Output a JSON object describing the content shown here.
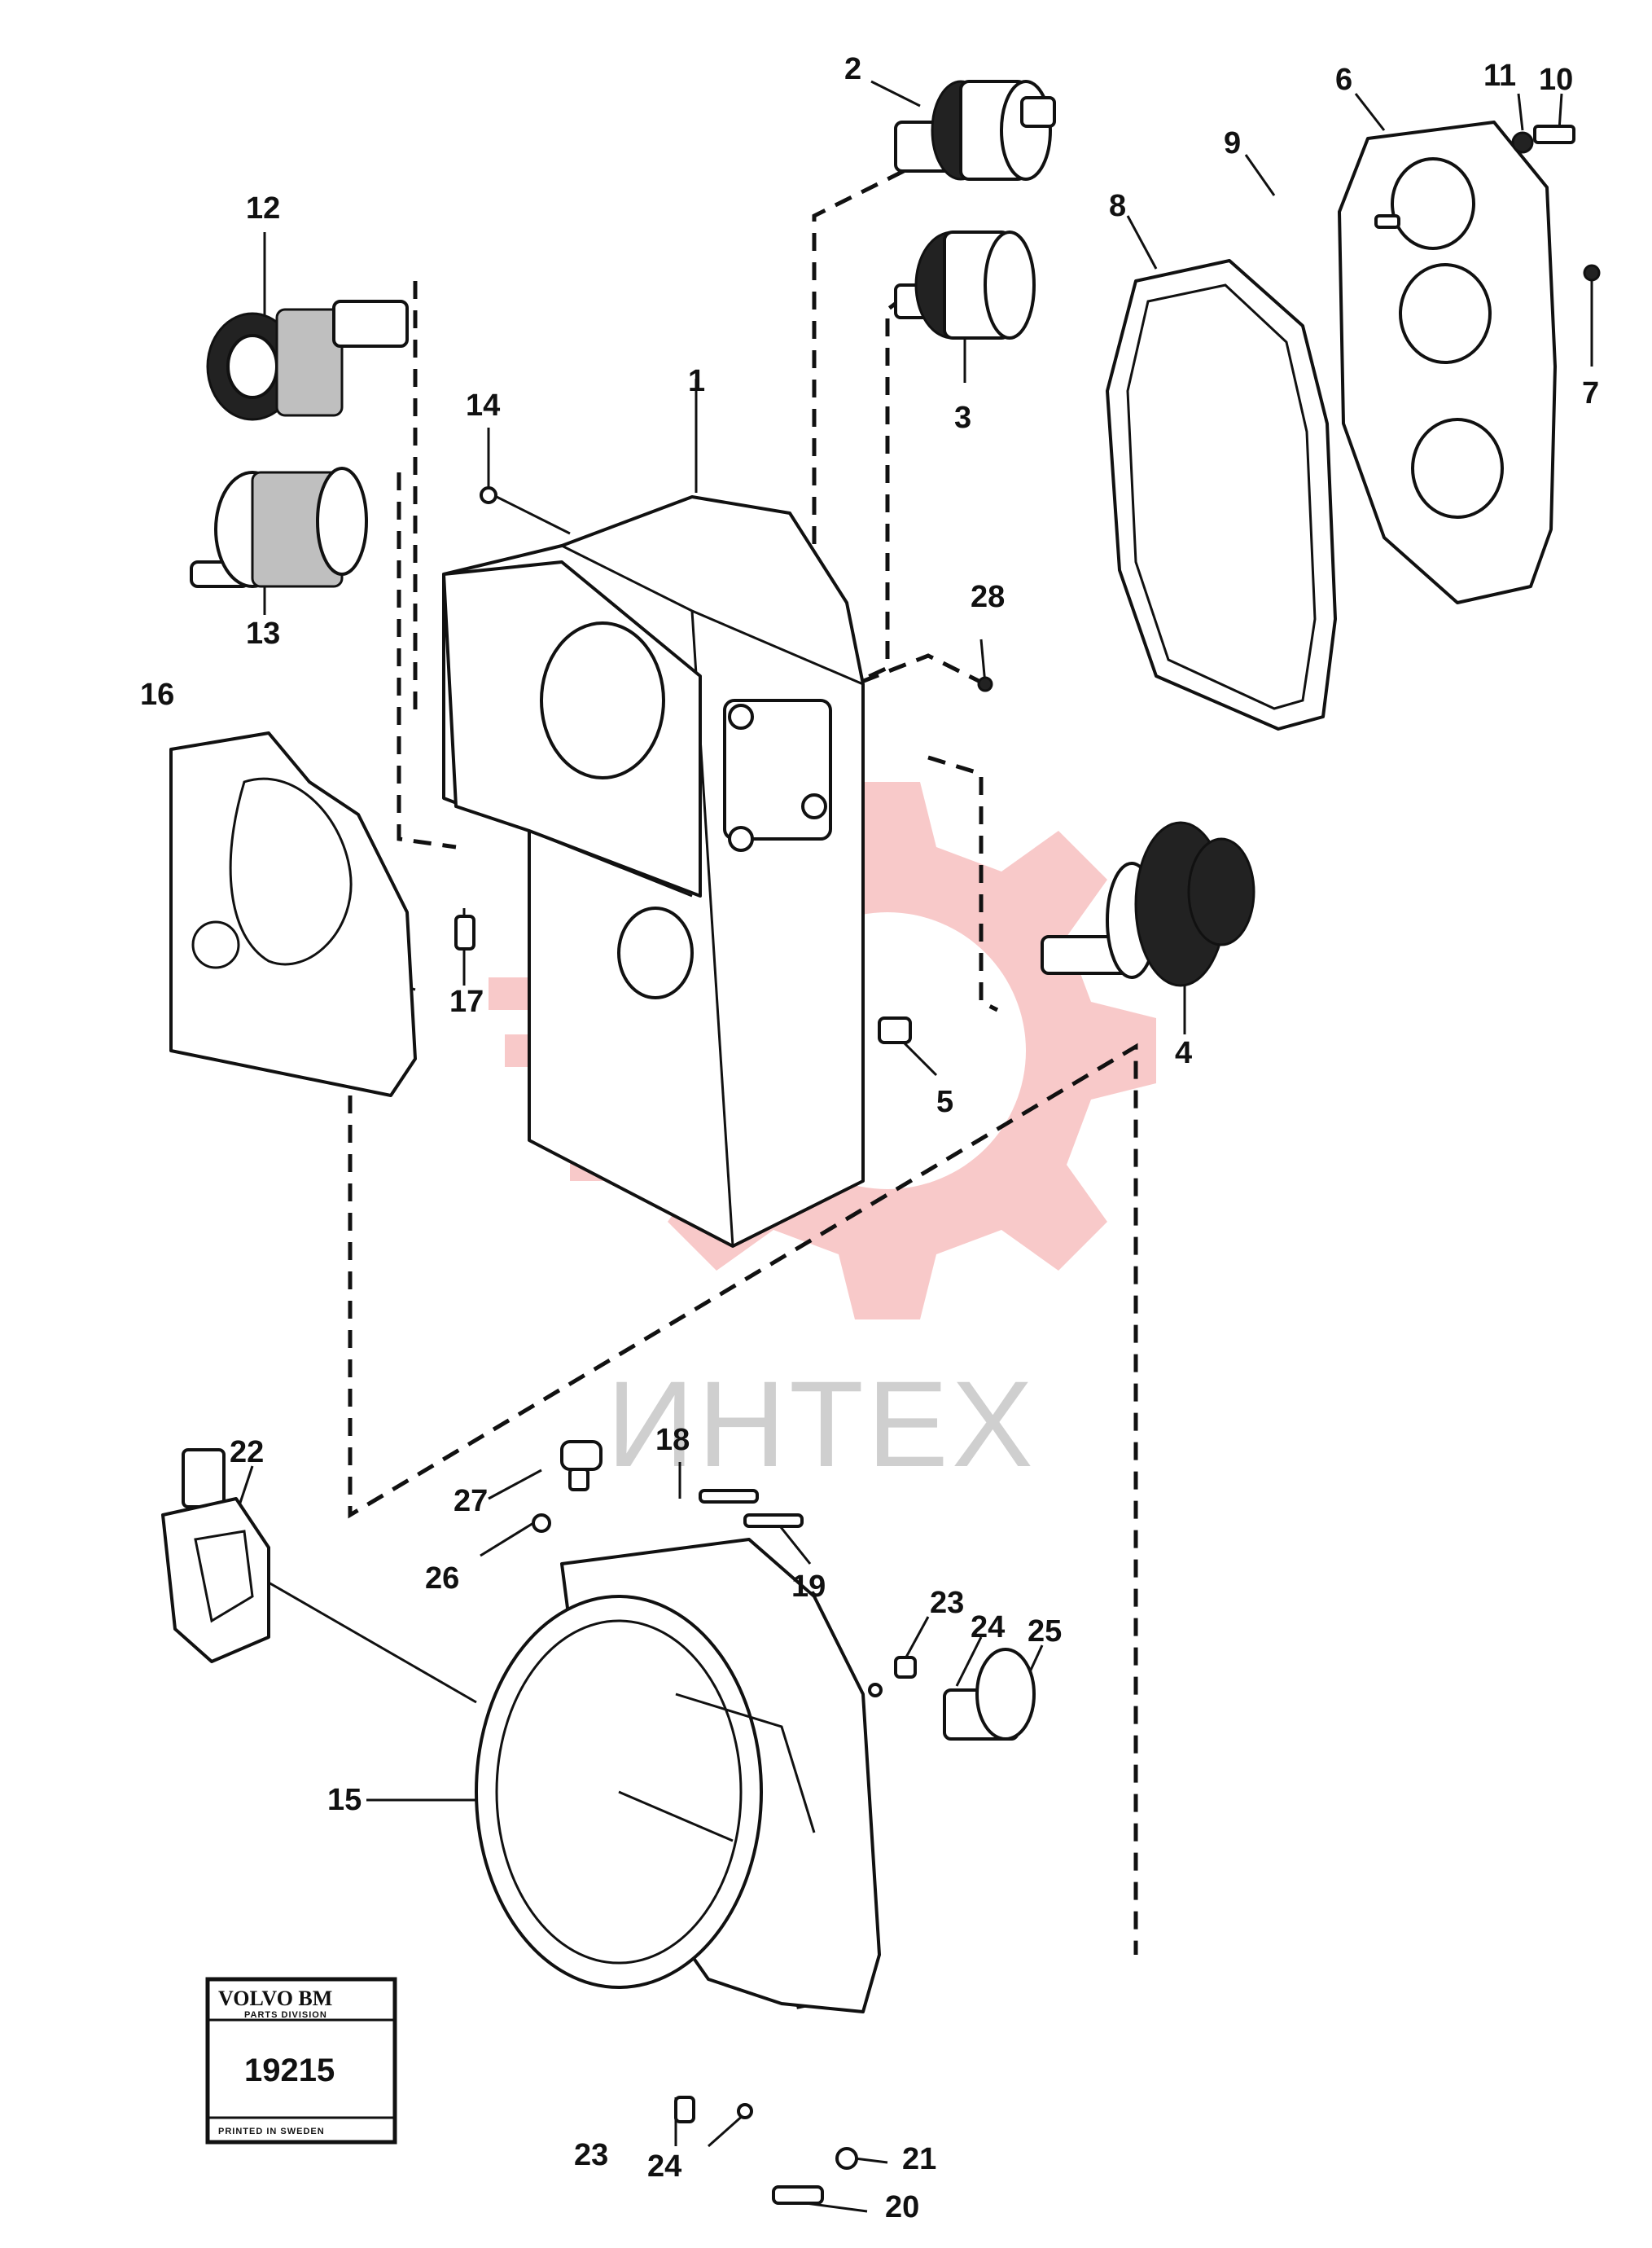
{
  "watermark": {
    "text": "ИНТЕХ",
    "color": "#f8c9c9"
  },
  "badge": {
    "brand": "VOLVO BM",
    "division": "PARTS DIVISION",
    "number": "19215",
    "printed": "PRINTED IN SWEDEN"
  },
  "callouts": {
    "c1": "1",
    "c2": "2",
    "c3": "3",
    "c4": "4",
    "c5": "5",
    "c6": "6",
    "c7": "7",
    "c8": "8",
    "c9": "9",
    "c10": "10",
    "c11": "11",
    "c12": "12",
    "c13": "13",
    "c14": "14",
    "c15": "15",
    "c16": "16",
    "c17": "17",
    "c18": "18",
    "c19": "19",
    "c20": "20",
    "c21": "21",
    "c22": "22",
    "c23a": "23",
    "c23b": "23",
    "c24a": "24",
    "c24b": "24",
    "c25": "25",
    "c26": "26",
    "c27": "27",
    "c28": "28"
  }
}
